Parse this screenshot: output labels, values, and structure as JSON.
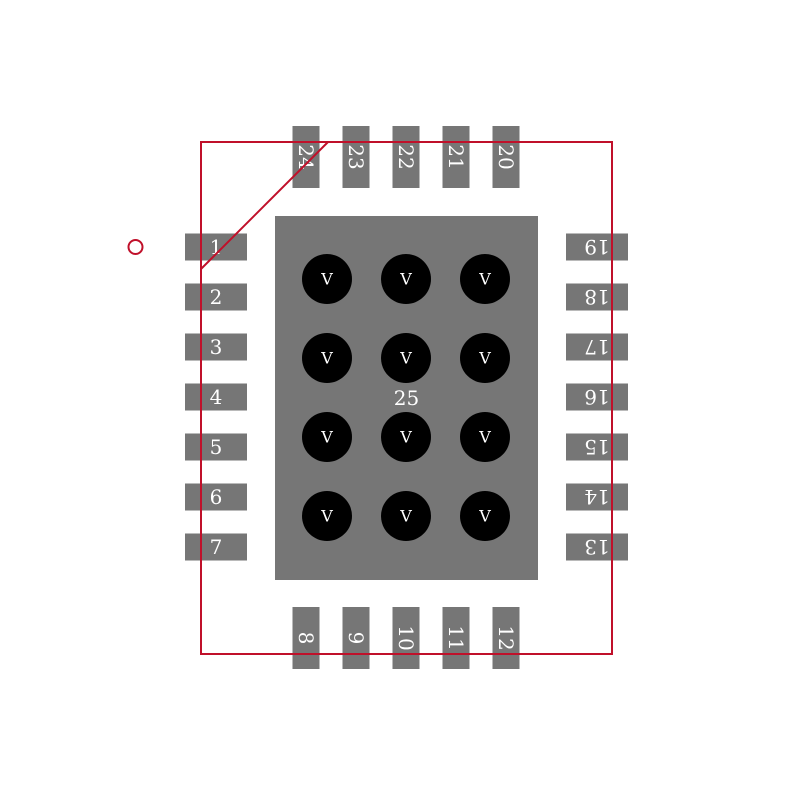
{
  "footprint": {
    "colors": {
      "pad": "#767676",
      "outline": "#c0102a",
      "via": "#000000",
      "label": "#ffffff",
      "background": "#ffffff"
    },
    "pins_left": [
      "1",
      "2",
      "3",
      "4",
      "5",
      "6",
      "7"
    ],
    "pins_bottom": [
      "8",
      "9",
      "10",
      "11",
      "12"
    ],
    "pins_right": [
      "13",
      "14",
      "15",
      "16",
      "17",
      "18",
      "19"
    ],
    "pins_top": [
      "20",
      "21",
      "22",
      "23",
      "24"
    ],
    "thermal_pad": {
      "label": "25",
      "via_rows": 4,
      "via_cols": 3,
      "via_label": "V"
    }
  }
}
